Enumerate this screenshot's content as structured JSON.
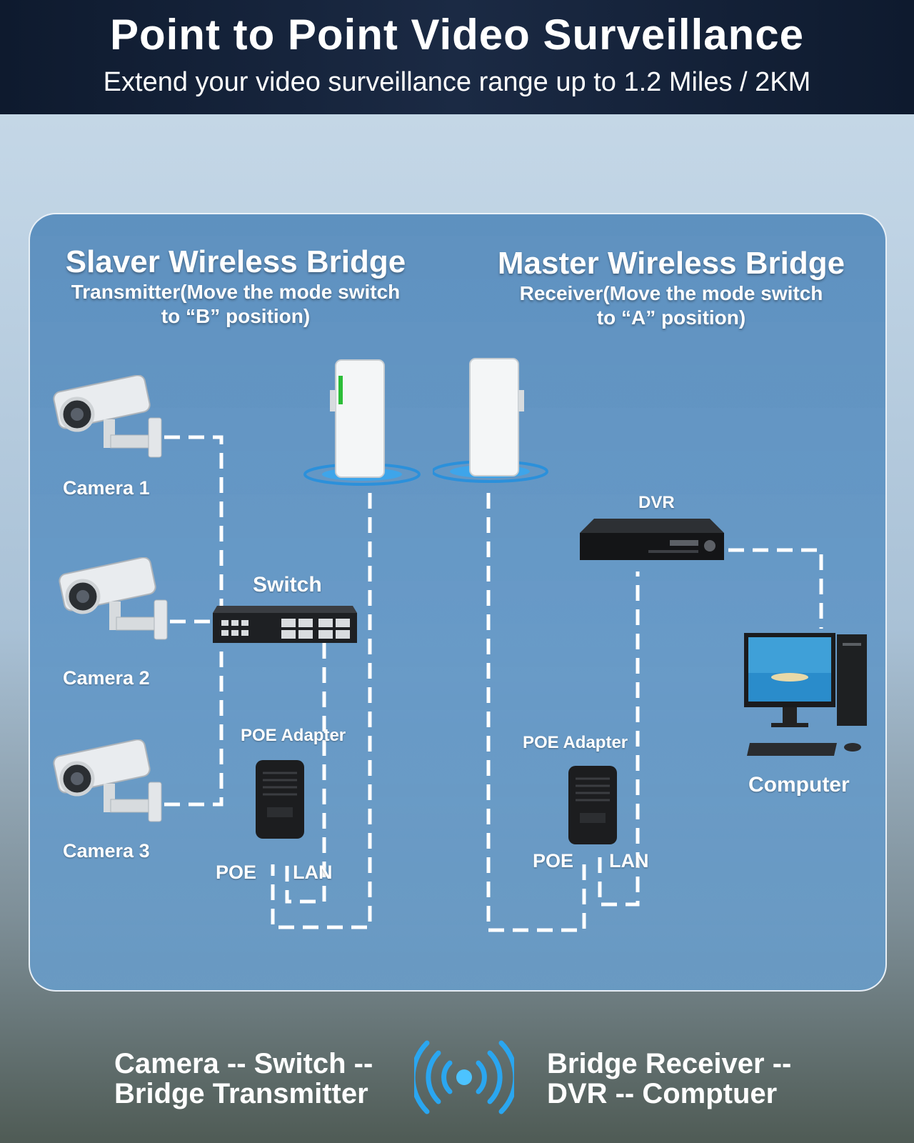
{
  "header": {
    "title": "Point to Point Video Surveillance",
    "subtitle": "Extend your video surveillance range up to 1.2 Miles / 2KM"
  },
  "slaver": {
    "title": "Slaver Wireless Bridge",
    "desc_line1": "Transmitter(Move the mode switch",
    "desc_line2": "to “B” position)"
  },
  "master": {
    "title": "Master Wireless Bridge",
    "desc_line1": "Receiver(Move the mode switch",
    "desc_line2": "to “A” position)"
  },
  "devices": {
    "camera1": "Camera 1",
    "camera2": "Camera 2",
    "camera3": "Camera 3",
    "switch": "Switch",
    "poe_adapter_left": "POE Adapter",
    "poe_adapter_right": "POE Adapter",
    "dvr": "DVR",
    "computer": "Computer",
    "poe_left": "POE",
    "lan_left": "LAN",
    "poe_right": "POE",
    "lan_right": "LAN"
  },
  "footer": {
    "left_line1": "Camera -- Switch --",
    "left_line2": "Bridge Transmitter",
    "right_line1": "Bridge Receiver --",
    "right_line2": "DVR -- Comptuer"
  },
  "icons": [
    "camera-icon",
    "switch-icon",
    "bridge-icon",
    "poe-adapter-icon",
    "dvr-icon",
    "computer-icon",
    "wireless-signal-icon"
  ]
}
